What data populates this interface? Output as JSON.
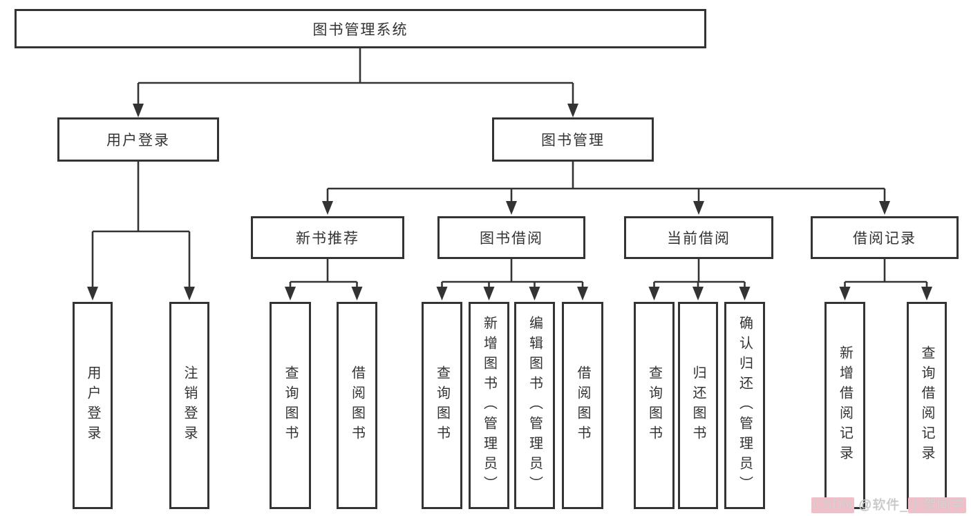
{
  "diagram": {
    "title": "图书管理系统",
    "type": "functional-structure-tree",
    "tree": {
      "root": {
        "label": "图书管理系统",
        "children": [
          {
            "label": "用户登录",
            "children": [
              {
                "label": "用户登录"
              },
              {
                "label": "注销登录"
              }
            ]
          },
          {
            "label": "图书管理",
            "children": [
              {
                "label": "新书推荐",
                "children": [
                  {
                    "label": "查询图书"
                  },
                  {
                    "label": "借阅图书"
                  }
                ]
              },
              {
                "label": "图书借阅",
                "children": [
                  {
                    "label": "查询图书"
                  },
                  {
                    "label": "新增图书（管理员）"
                  },
                  {
                    "label": "编辑图书（管理员）"
                  },
                  {
                    "label": "借阅图书"
                  }
                ]
              },
              {
                "label": "当前借阅",
                "children": [
                  {
                    "label": "查询图书"
                  },
                  {
                    "label": "归还图书"
                  },
                  {
                    "label": "确认归还（管理员）"
                  }
                ]
              },
              {
                "label": "借阅记录",
                "children": [
                  {
                    "label": "新增借阅记录"
                  },
                  {
                    "label": "查询借阅记录"
                  }
                ]
              }
            ]
          }
        ]
      }
    },
    "colors": {
      "line": "#333333",
      "box_border": "#333333",
      "box_background": "#ffffff",
      "text": "#333333",
      "background": "#ffffff",
      "watermark_text": "#c6c6c6",
      "watermark_highlight": "#f2bfc9"
    }
  },
  "watermark": {
    "full_text": "CSDN @软件_小贺同学",
    "part1": "CSDN",
    "part2": " @软件_",
    "part3": "小贺同学"
  }
}
